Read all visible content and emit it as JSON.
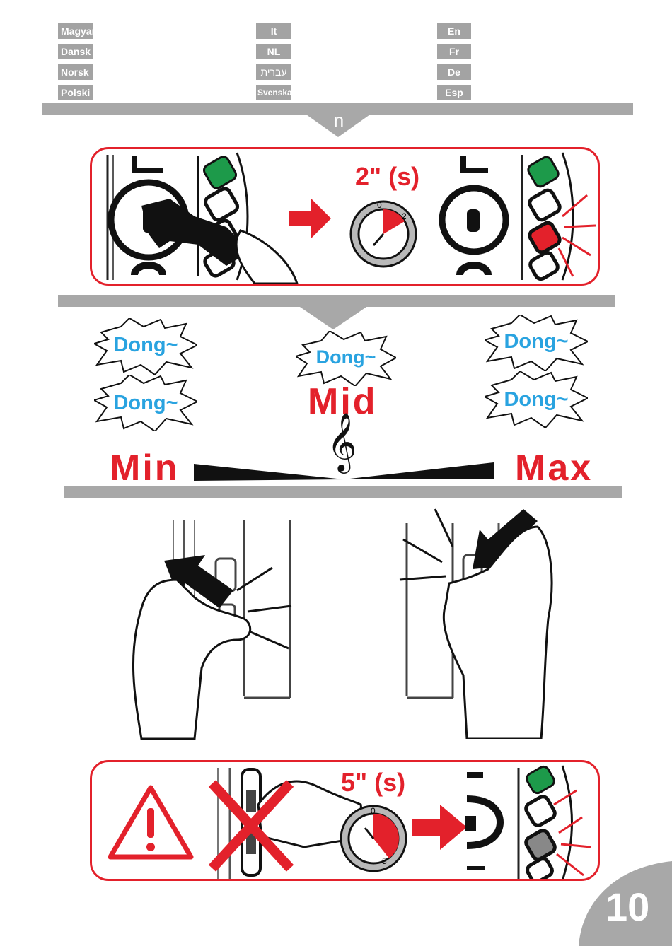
{
  "languages": {
    "col1": [
      "Magyar",
      "Dansk",
      "Norsk",
      "Polski"
    ],
    "col2": [
      "It",
      "NL",
      "עברית",
      "Svenska"
    ],
    "col3": [
      "En",
      "Fr",
      "De",
      "Esp"
    ]
  },
  "step_marker": "n",
  "step1": {
    "duration": "2\" (s)",
    "dial_start": "0",
    "dial_end": "2"
  },
  "volume": {
    "dong": "Dong~",
    "min_label": "Min",
    "mid_label": "Mid",
    "max_label": "Max"
  },
  "step3": {
    "duration": "5\" (s)",
    "dial_start": "0",
    "dial_end": "5"
  },
  "page_number": "10",
  "colors": {
    "accent_red": "#e3212b",
    "dong_blue": "#29a3e0",
    "bar_gray": "#a8a8a8"
  }
}
